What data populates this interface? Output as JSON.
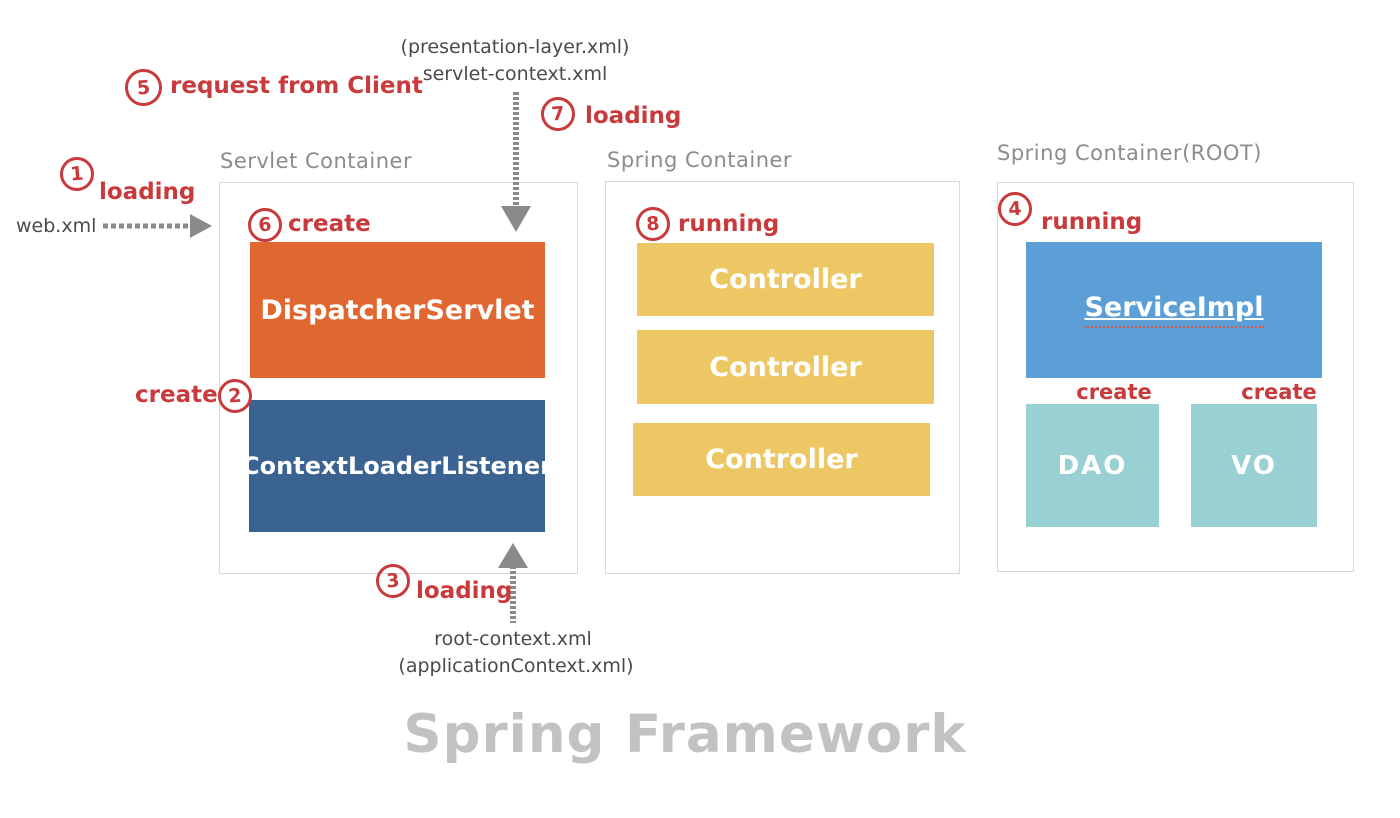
{
  "title": "Spring Framework",
  "containers": {
    "servlet": {
      "label": "Servlet Container"
    },
    "spring": {
      "label": "Spring Container"
    },
    "root": {
      "label": "Spring Container(ROOT)"
    }
  },
  "boxes": {
    "dispatcher": "DispatcherServlet",
    "context_loader": "ContextLoaderListener",
    "controller_1": "Controller",
    "controller_2": "Controller",
    "controller_3": "Controller",
    "service_impl": "ServiceImpl",
    "dao": "DAO",
    "vo": "VO"
  },
  "files": {
    "web_xml": "web.xml",
    "presentation_layer": "(presentation-layer.xml)",
    "servlet_context": "servlet-context.xml",
    "root_context": "root-context.xml",
    "application_context": "(applicationContext.xml)"
  },
  "annotations": {
    "step1": {
      "num": "1",
      "label": "loading"
    },
    "step2": {
      "num": "2",
      "label": "create"
    },
    "step3": {
      "num": "3",
      "label": "loading"
    },
    "step4": {
      "num": "4",
      "label": "running"
    },
    "step5": {
      "num": "5",
      "label": "request from Client"
    },
    "step6": {
      "num": "6",
      "label": "create"
    },
    "step7": {
      "num": "7",
      "label": "loading"
    },
    "step8": {
      "num": "8",
      "label": "running"
    },
    "create_dao": "create",
    "create_vo": "create"
  },
  "colors": {
    "orange": "#e0672f",
    "navy": "#3a6391",
    "yellow": "#ecc764",
    "blue": "#5b9fd6",
    "teal": "#98d0d4",
    "annotation_red": "#c83a3c",
    "container_label_gray": "#8c8c8c",
    "file_label_gray": "#4a4a4a",
    "title_gray": "#c2c2c2",
    "arrow_gray": "#8a8a8a",
    "container_border": "#d9d9d9"
  }
}
